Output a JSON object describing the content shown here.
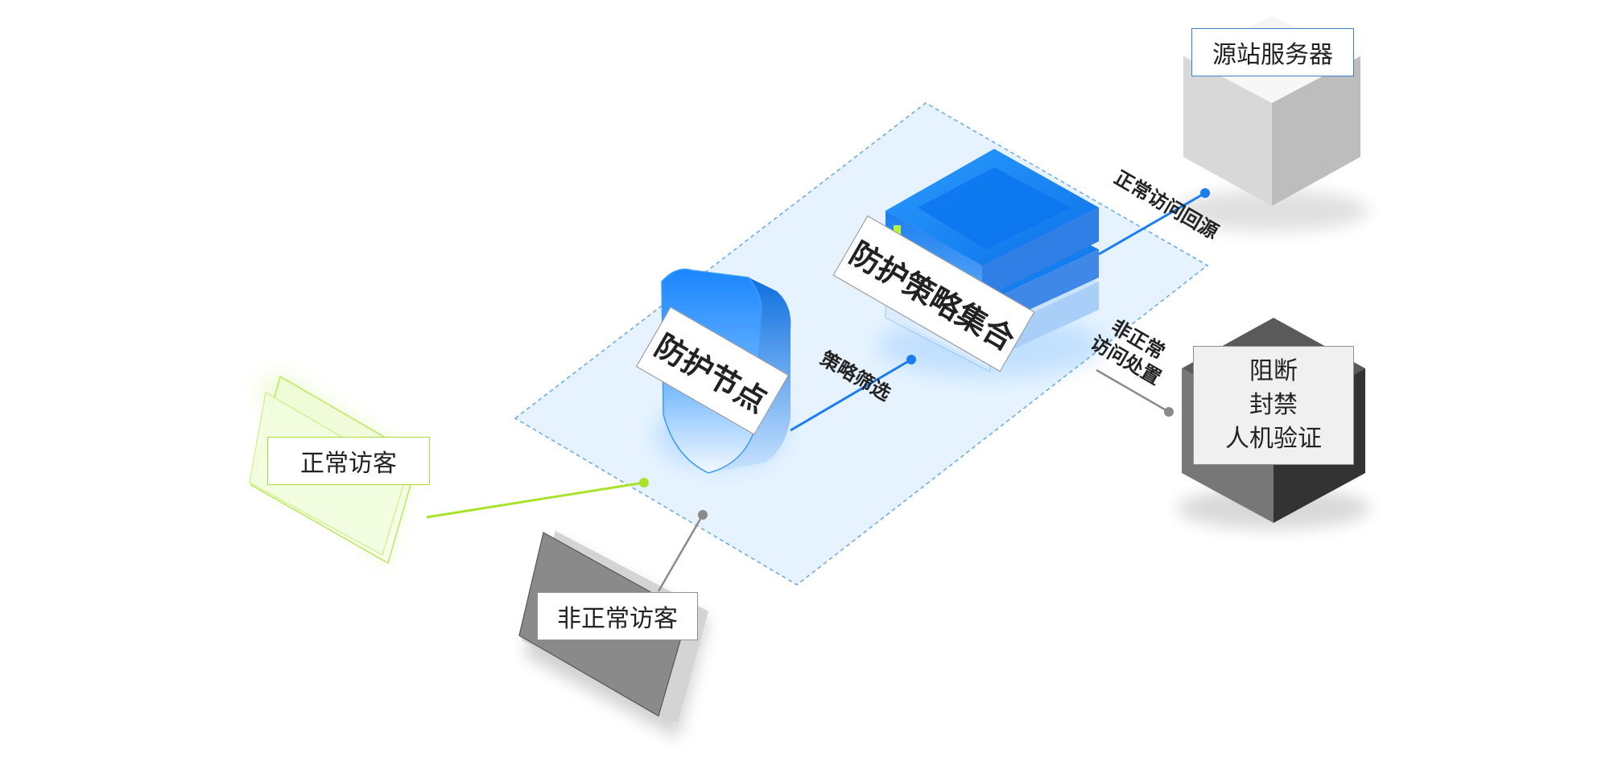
{
  "labels": {
    "origin_server": "源站服务器",
    "normal_visitor": "正常访客",
    "abnormal_visitor": "非正常访客",
    "protection_node": "防护节点",
    "policy_set": "防护策略集合",
    "policy_filter": "策略筛选",
    "normal_back_to_origin": "正常访问回源",
    "abnormal_handling_line1": "非正常",
    "abnormal_handling_line2": "访问处置",
    "actions": [
      "阻断",
      "封禁",
      "人机验证"
    ]
  },
  "colors": {
    "platform_fill": "#e6f3ff",
    "platform_border": "#66a8ea",
    "blue_primary": "#1a8cff",
    "blue_dark": "#0a6fe0",
    "normal_green": "#a8e22a",
    "abnormal_gray": "#8a8a8a",
    "server_light": "#d8d8d8",
    "server_mid": "#bdbdbd",
    "block_dark": "#333333",
    "block_mid": "#777777",
    "origin_label_border": "#3f7ec8"
  },
  "icons": {
    "shield": "shield-icon",
    "server_stack": "server-stack-icon",
    "origin_cube": "cube-icon",
    "block_cube": "cube-icon",
    "visitor_card": "card-icon"
  }
}
